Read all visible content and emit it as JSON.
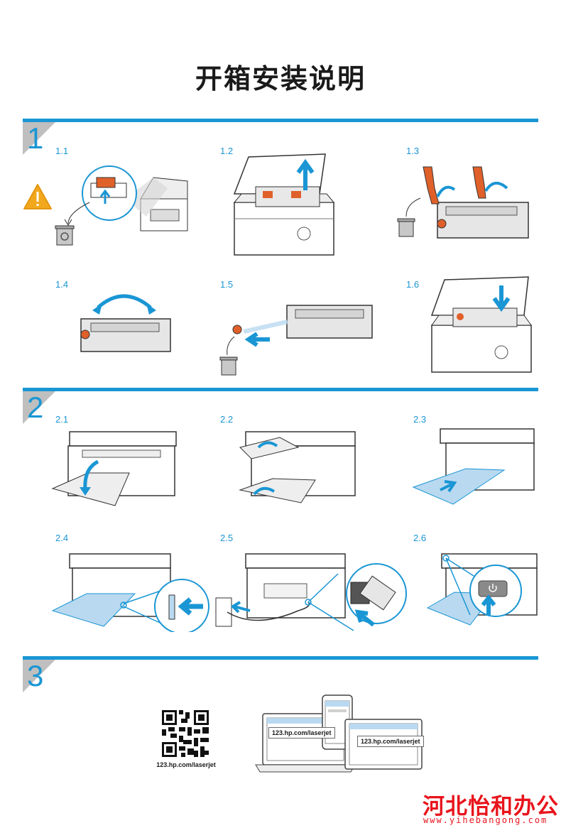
{
  "title": "开箱安装说明",
  "sections": [
    {
      "number": "1"
    },
    {
      "number": "2"
    },
    {
      "number": "3"
    }
  ],
  "steps": {
    "s1_1": "1.1",
    "s1_2": "1.2",
    "s1_3": "1.3",
    "s1_4": "1.4",
    "s1_5": "1.5",
    "s1_6": "1.6",
    "s2_1": "2.1",
    "s2_2": "2.2",
    "s2_3": "2.3",
    "s2_4": "2.4",
    "s2_5": "2.5",
    "s2_6": "2.6"
  },
  "setup": {
    "qr_url": "123.hp.com/laserjet",
    "laptop_url": "123.hp.com/laserjet",
    "tablet_url": "123.hp.com/laserjet"
  },
  "watermark": {
    "name": "河北怡和办公",
    "url": "www.yihebangong.com"
  },
  "colors": {
    "accent": "#1a96d4",
    "warning": "#f2a81d",
    "orange_part": "#e0602a",
    "paper": "#b9d9f0",
    "watermark": "#e8141c"
  },
  "icons": [
    "warning-icon",
    "recycle-bin-icon",
    "power-button-icon",
    "qr-code"
  ]
}
